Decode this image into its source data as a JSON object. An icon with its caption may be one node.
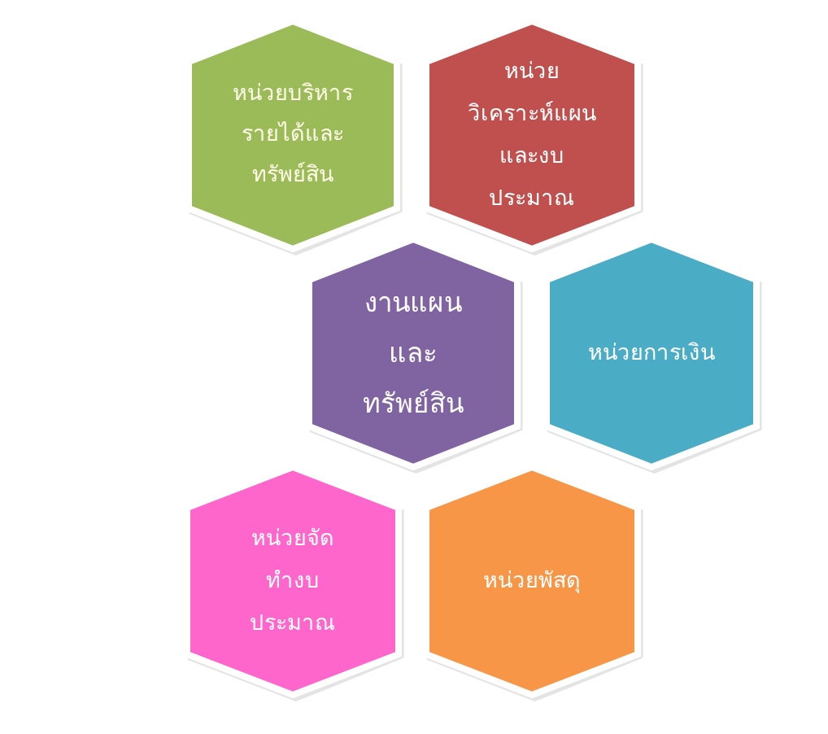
{
  "diagram": {
    "nodes": [
      {
        "text": [
          "หน่วยบริหารรายได้และทรัพย์สิน"
        ]
      },
      {
        "text": [
          "หน่วยวิเคราะห์แผนและงบประมาณ"
        ]
      },
      {
        "text": [
          "งานแผนและทรัพย์สิน"
        ]
      },
      {
        "text": [
          "หน่วยการเงิน"
        ]
      },
      {
        "text": [
          "หน่วยจัดทำงบประมาณ"
        ]
      },
      {
        "text": [
          "หน่วยพัสดุ"
        ]
      }
    ]
  }
}
